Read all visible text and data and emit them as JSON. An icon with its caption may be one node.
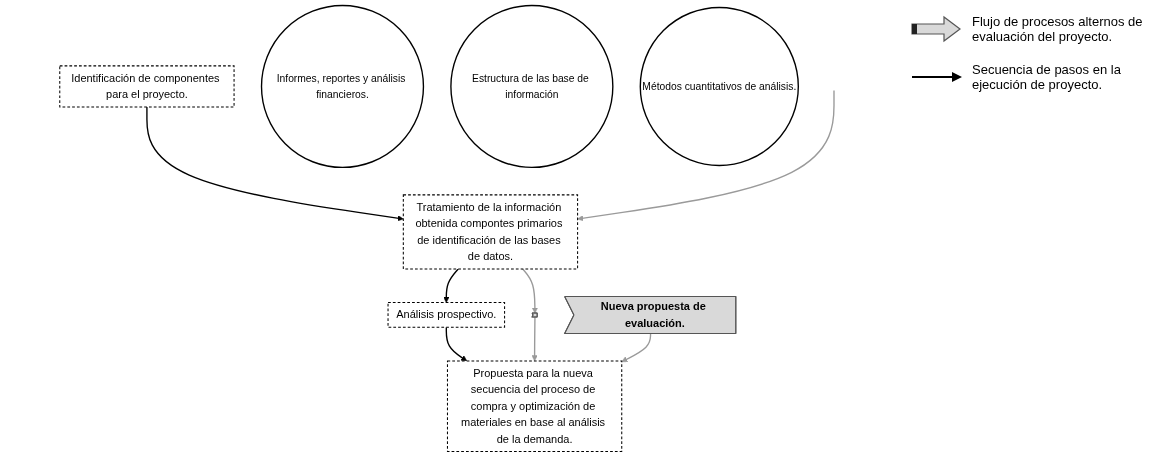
{
  "diagram": {
    "nodes": [
      {
        "text": [
          "Identificación de componentes para el proyecto."
        ]
      },
      {
        "text": [
          "Informes, reportes y análisis financieros."
        ]
      },
      {
        "text": [
          "Estructura de las base de información"
        ]
      },
      {
        "text": [
          "Tratamiento de la información obtenida compontes primarios de identificación de las bases de datos."
        ]
      },
      {
        "text": [
          "Análisis prospectivo."
        ]
      },
      {
        "text": [
          "Métodos cuantitativos de análisis."
        ]
      },
      {
        "text": [],
        "shape": "chevron"
      },
      {
        "text": [
          "Propuesta para la nueva secuencia del proceso de compra y optimización de materiales en base al análisis de la demanda."
        ]
      },
      {
        "text": [
          "Nueva propuesta de evaluación."
        ]
      }
    ],
    "edges": [
      {
        "from": 0,
        "to": 3,
        "arrow": "to",
        "color": "#000000"
      },
      {
        "from": 3,
        "to": 4,
        "arrow": "to",
        "color": "#000000"
      },
      {
        "from": 4,
        "to": 7,
        "arrow": "to",
        "color": "#000000"
      },
      {
        "from": null,
        "to": 3,
        "arrow": "to",
        "color": "#9a9a9a"
      },
      {
        "from": 3,
        "to": 6,
        "arrow": "to",
        "color": "#9a9a9a"
      },
      {
        "from": 6,
        "to": 7,
        "arrow": "to",
        "color": "#9a9a9a"
      },
      {
        "from": 8,
        "to": 7,
        "arrow": "to",
        "color": "#9a9a9a"
      }
    ],
    "legend": [
      {
        "text": "Flujo de procesos alternos de evaluación del proyecto."
      },
      {
        "text": "Secuencia de pasos en la ejecución de proyecto."
      }
    ]
  }
}
